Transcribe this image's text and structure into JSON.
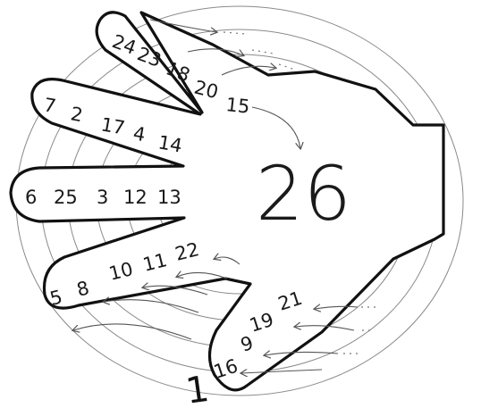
{
  "center_number": "26",
  "start_number": "1",
  "fingers": [
    {
      "name": "little",
      "numbers": [
        "5",
        "8",
        "10",
        "11",
        "22"
      ]
    },
    {
      "name": "ring",
      "numbers": [
        "6",
        "25",
        "3",
        "12",
        "13"
      ]
    },
    {
      "name": "middle",
      "numbers": [
        "7",
        "2",
        "17",
        "4",
        "14"
      ]
    },
    {
      "name": "index",
      "numbers": [
        "24",
        "23",
        "18",
        "20",
        "15"
      ]
    }
  ],
  "thumb": {
    "numbers": [
      "21",
      "19",
      "9",
      "16"
    ]
  },
  "colors": {
    "ink": "#111111",
    "rings": "#8a8a8a",
    "paper": "#ffffff"
  }
}
